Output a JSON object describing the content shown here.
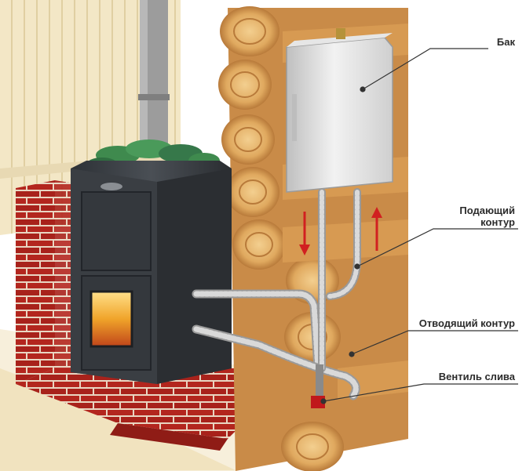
{
  "labels": {
    "tank": "Бак",
    "supply_line1": "Подающий",
    "supply_line2": "контур",
    "return": "Отводящий контур",
    "drain": "Вентиль слива"
  },
  "colors": {
    "brick": "#b3261e",
    "mortar": "#e9d6c2",
    "log_wood": "#d9a05b",
    "log_ring": "#f0c47e",
    "stove_body": "#3b3f44",
    "tank": "#dcdcdc",
    "pipe": "#c8c8c8",
    "stones": "#3f8a4e",
    "fire": "#f0a42a",
    "floor": "#efe0b8",
    "wall_plank": "#f3e7c6",
    "arrow_red": "#d12020",
    "valve_red": "#c0181b"
  }
}
